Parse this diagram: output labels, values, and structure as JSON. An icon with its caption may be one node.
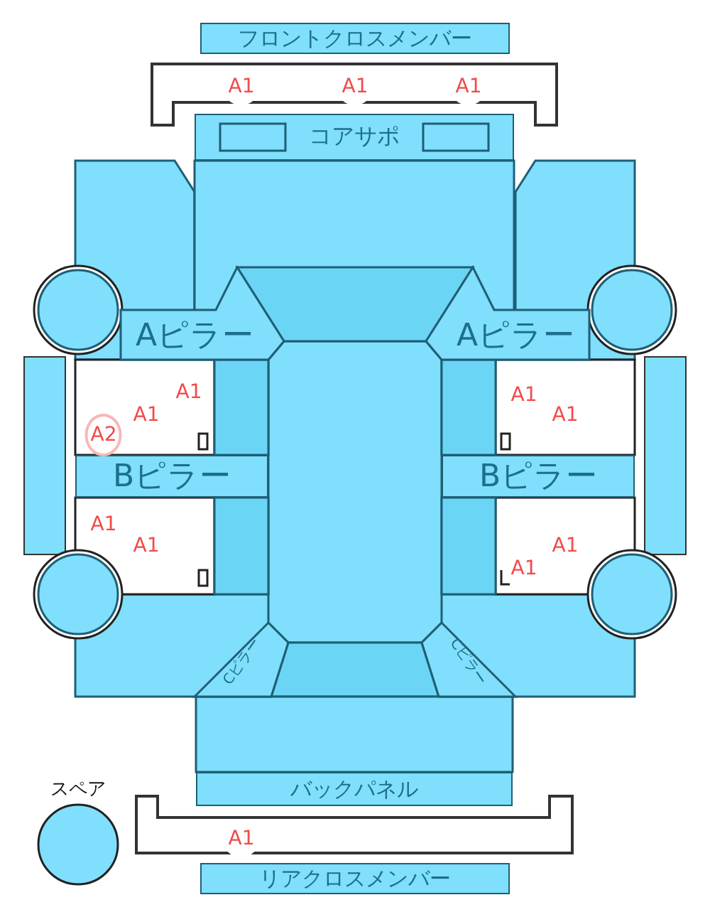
{
  "diagram": {
    "nodes": [
      {
        "text": [
          "フロントクロスメンバー"
        ]
      },
      {
        "text": [
          "コアサポ"
        ]
      },
      {
        "text": [
          "Aピラー"
        ]
      },
      {
        "text": [
          "Aピラー"
        ]
      },
      {
        "text": [
          "Bピラー"
        ]
      },
      {
        "text": [
          "Bピラー"
        ]
      },
      {
        "text": [
          "Cピラー"
        ]
      },
      {
        "text": [
          "Cピラー"
        ]
      },
      {
        "text": [
          "スペア"
        ]
      },
      {
        "text": [
          "バックパネル"
        ]
      },
      {
        "text": [
          "リアクロスメンバー"
        ]
      }
    ],
    "labels": [
      "A1",
      "A1",
      "A1",
      "A1",
      "A1",
      "A1",
      "A1",
      "A2",
      "A1",
      "A1",
      "A1",
      "A1",
      "A1"
    ]
  }
}
